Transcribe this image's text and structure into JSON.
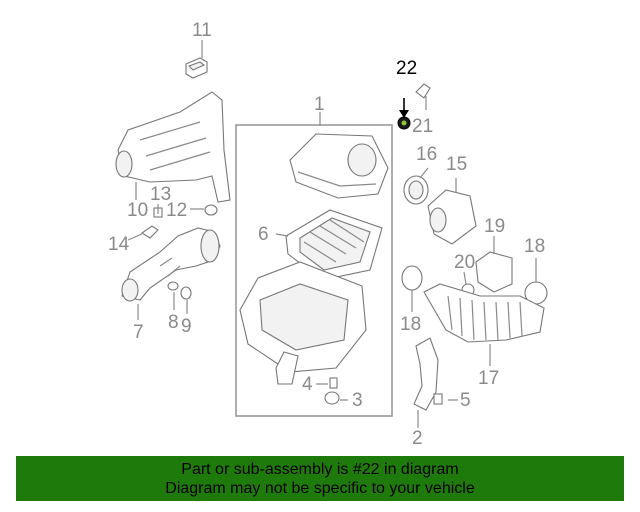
{
  "banner": {
    "line1": "Part or sub-assembly is #22 in diagram",
    "line2": "Diagram may not be specific to your vehicle"
  },
  "callouts": {
    "c1": "1",
    "c2": "2",
    "c3": "3",
    "c4": "4",
    "c5": "5",
    "c6": "6",
    "c7": "7",
    "c8": "8",
    "c9": "9",
    "c10": "10",
    "c11": "11",
    "c12": "12",
    "c13": "13",
    "c14": "14",
    "c15": "15",
    "c16": "16",
    "c17": "17",
    "c18a": "18",
    "c18b": "18",
    "c19": "19",
    "c20": "20",
    "c21": "21",
    "c22": "22"
  },
  "colors": {
    "banner": "#1f7a0c",
    "highlight": "#000000",
    "callout": "#8a8a8a"
  }
}
